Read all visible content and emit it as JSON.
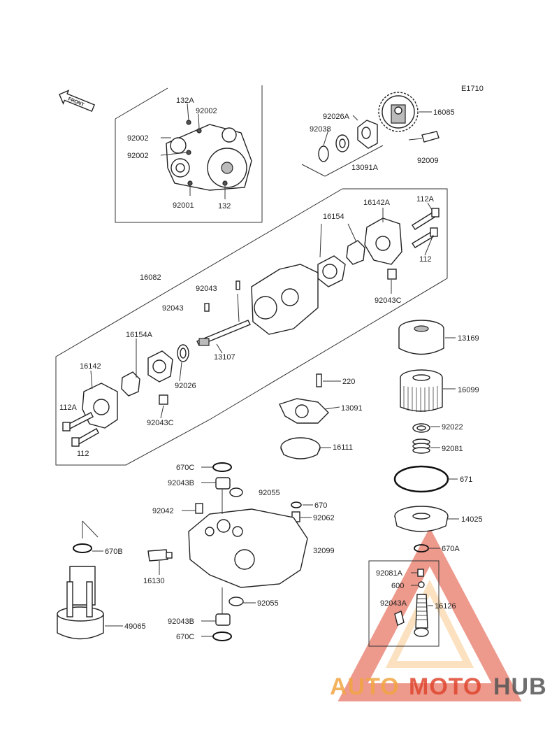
{
  "diagram_code": "E1710",
  "front_label": "FRONT",
  "labels": {
    "l_132A": "132A",
    "l_92002_a": "92002",
    "l_92002_b": "92002",
    "l_92002_c": "92002",
    "l_92001": "92001",
    "l_132": "132",
    "l_92026A": "92026A",
    "l_92038": "92038",
    "l_16085": "16085",
    "l_13091A": "13091A",
    "l_92009": "92009",
    "l_16154": "16154",
    "l_16142A": "16142A",
    "l_112A_top": "112A",
    "l_112_top": "112",
    "l_16082": "16082",
    "l_92043_a": "92043",
    "l_92043_b": "92043",
    "l_92043C_top": "92043C",
    "l_16154A": "16154A",
    "l_13107": "13107",
    "l_16142": "16142",
    "l_92026": "92026",
    "l_112A_bot": "112A",
    "l_92043C_bot": "92043C",
    "l_112_bot": "112",
    "l_13169": "13169",
    "l_16099": "16099",
    "l_220": "220",
    "l_13091": "13091",
    "l_92022": "92022",
    "l_92081": "92081",
    "l_16111": "16111",
    "l_671": "671",
    "l_670C_top": "670C",
    "l_92043B_top": "92043B",
    "l_92055_top": "92055",
    "l_670": "670",
    "l_92042": "92042",
    "l_92062": "92062",
    "l_14025": "14025",
    "l_670B": "670B",
    "l_32099": "32099",
    "l_670A": "670A",
    "l_16130": "16130",
    "l_92081A": "92081A",
    "l_600": "600",
    "l_92055_bot": "92055",
    "l_92043A": "92043A",
    "l_16126": "16126",
    "l_49065": "49065",
    "l_92043B_bot": "92043B",
    "l_670C_bot": "670C"
  },
  "watermark": {
    "part1": "AUTO",
    "part2": "MOTO",
    "part3": "HUB"
  },
  "colors": {
    "watermark_orange": "#f2a541",
    "watermark_red": "#e0462f",
    "watermark_gray": "#555555"
  }
}
